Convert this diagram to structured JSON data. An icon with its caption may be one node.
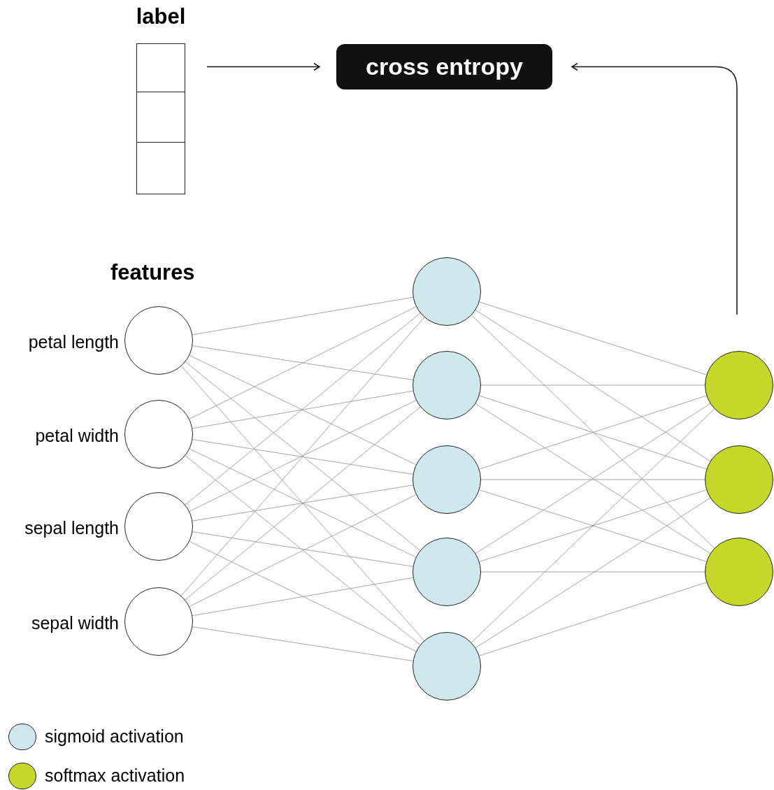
{
  "diagram": {
    "nodes": [
      {
        "text": [
          "label"
        ]
      },
      {
        "text": [
          "cross entropy"
        ]
      },
      {
        "text": [],
        "shape": "circle",
        "beside": [
          "petal length"
        ]
      },
      {
        "text": [],
        "shape": "circle",
        "beside": [
          "petal width"
        ]
      },
      {
        "text": [],
        "shape": "circle",
        "beside": [
          "sepal length"
        ]
      },
      {
        "text": [],
        "shape": "circle",
        "beside": [
          "sepal width"
        ]
      },
      {
        "text": [],
        "shape": "circle"
      },
      {
        "text": [],
        "shape": "circle"
      },
      {
        "text": [],
        "shape": "circle"
      },
      {
        "text": [],
        "shape": "circle"
      },
      {
        "text": [],
        "shape": "circle"
      },
      {
        "text": [],
        "shape": "circle"
      },
      {
        "text": [],
        "shape": "circle"
      },
      {
        "text": [],
        "shape": "circle"
      }
    ],
    "edges": [
      {
        "from": 0,
        "to": 1,
        "arrow": "to",
        "color": "#111111"
      },
      {
        "from": null,
        "to": 1,
        "arrow": "to",
        "color": "#111111"
      },
      {
        "from": 2,
        "to": 6,
        "arrow": "none"
      },
      {
        "from": 2,
        "to": 7,
        "arrow": "none"
      },
      {
        "from": 2,
        "to": 8,
        "arrow": "none"
      },
      {
        "from": 2,
        "to": 9,
        "arrow": "none"
      },
      {
        "from": 2,
        "to": 10,
        "arrow": "none"
      },
      {
        "from": 3,
        "to": 6,
        "arrow": "none"
      },
      {
        "from": 3,
        "to": 7,
        "arrow": "none"
      },
      {
        "from": 3,
        "to": 8,
        "arrow": "none"
      },
      {
        "from": 3,
        "to": 9,
        "arrow": "none"
      },
      {
        "from": 3,
        "to": 10,
        "arrow": "none"
      },
      {
        "from": 4,
        "to": 6,
        "arrow": "none"
      },
      {
        "from": 4,
        "to": 7,
        "arrow": "none"
      },
      {
        "from": 4,
        "to": 8,
        "arrow": "none"
      },
      {
        "from": 4,
        "to": 9,
        "arrow": "none"
      },
      {
        "from": 4,
        "to": 10,
        "arrow": "none"
      },
      {
        "from": 5,
        "to": 6,
        "arrow": "none"
      },
      {
        "from": 5,
        "to": 7,
        "arrow": "none"
      },
      {
        "from": 5,
        "to": 8,
        "arrow": "none"
      },
      {
        "from": 5,
        "to": 9,
        "arrow": "none"
      },
      {
        "from": 5,
        "to": 10,
        "arrow": "none"
      },
      {
        "from": 6,
        "to": 11,
        "arrow": "none"
      },
      {
        "from": 6,
        "to": 12,
        "arrow": "none"
      },
      {
        "from": 6,
        "to": 13,
        "arrow": "none"
      },
      {
        "from": 7,
        "to": 11,
        "arrow": "none"
      },
      {
        "from": 7,
        "to": 12,
        "arrow": "none"
      },
      {
        "from": 7,
        "to": 13,
        "arrow": "none"
      },
      {
        "from": 8,
        "to": 11,
        "arrow": "none"
      },
      {
        "from": 8,
        "to": 12,
        "arrow": "none"
      },
      {
        "from": 8,
        "to": 13,
        "arrow": "none"
      },
      {
        "from": 9,
        "to": 11,
        "arrow": "none"
      },
      {
        "from": 9,
        "to": 12,
        "arrow": "none"
      },
      {
        "from": 9,
        "to": 13,
        "arrow": "none"
      },
      {
        "from": 10,
        "to": 11,
        "arrow": "none"
      },
      {
        "from": 10,
        "to": 12,
        "arrow": "none"
      },
      {
        "from": 10,
        "to": 13,
        "arrow": "none"
      }
    ],
    "labels": [
      "features"
    ],
    "legend": [
      {
        "text": "sigmoid activation",
        "color": "#cfe8ee"
      },
      {
        "text": "softmax activation",
        "color": "#c5d82a"
      }
    ]
  }
}
